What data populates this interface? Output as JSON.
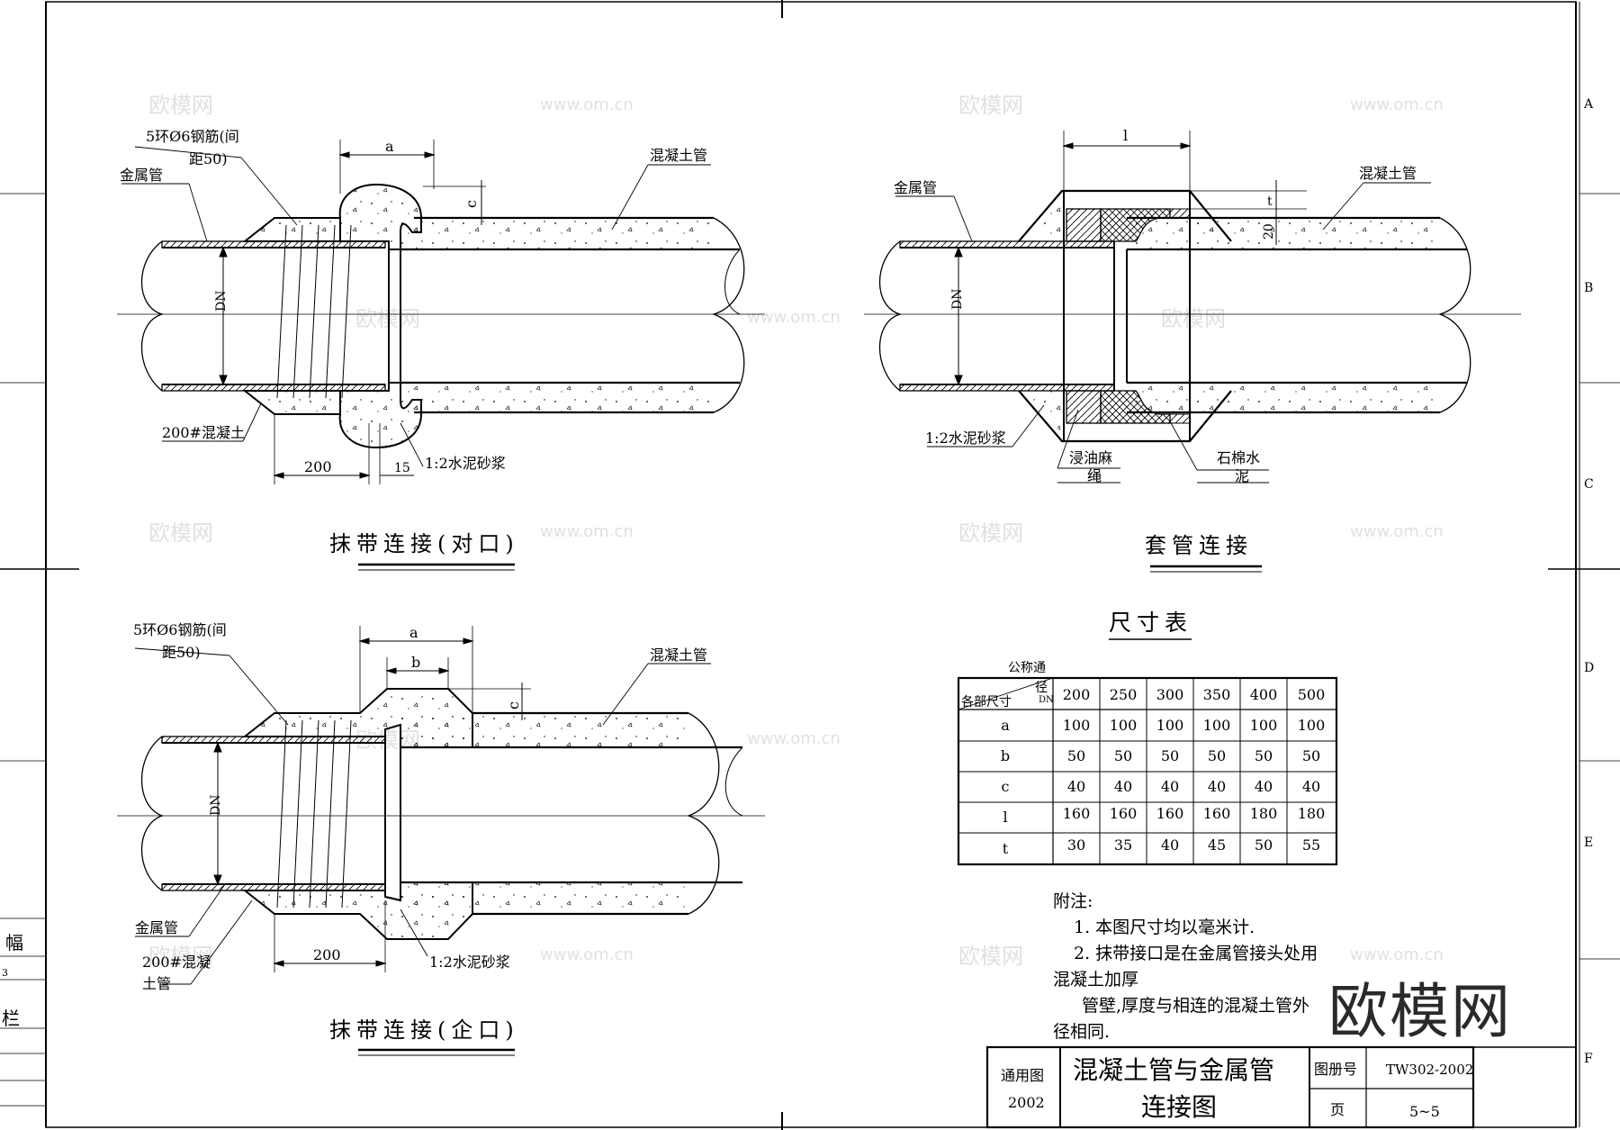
{
  "drawing": {
    "title_line1": "混凝土管与金属管",
    "title_line2": "连接图",
    "general_label": "通用图",
    "year": "2002",
    "atlas_label": "图册号",
    "atlas_no": "TW302-2002",
    "page_label": "页",
    "page_no": "5~5",
    "zone_letters": [
      "A",
      "B",
      "C",
      "D",
      "E",
      "F"
    ],
    "margin_left_chars": [
      "幅",
      "3",
      "栏"
    ]
  },
  "fig1": {
    "caption": "抹带连接(对口)",
    "rebar_label": "5环Ø6钢筋(间",
    "rebar_label2": "距50)",
    "metal_pipe": "金属管",
    "concrete_pipe": "混凝土管",
    "concrete_200": "200#混凝土",
    "mortar": "1:2水泥砂浆",
    "dim_a": "a",
    "dim_c": "c",
    "dim_200": "200",
    "dim_15": "15",
    "dn": "DN"
  },
  "fig2": {
    "caption": "套管连接",
    "metal_pipe": "金属管",
    "concrete_pipe": "混凝土管",
    "mortar": "1:2水泥砂浆",
    "hemp1": "浸油麻",
    "hemp2": "绳",
    "asbestos1": "石棉水",
    "asbestos2": "泥",
    "dim_l": "l",
    "dim_t": "t",
    "dim_20": "20",
    "dn": "DN"
  },
  "fig3": {
    "caption": "抹带连接(企口)",
    "rebar_label": "5环Ø6钢筋(间",
    "rebar_label2": "距50)",
    "metal_pipe": "金属管",
    "concrete_pipe": "混凝土管",
    "concrete_200_1": "200#混凝",
    "concrete_200_2": "土管",
    "mortar": "1:2水泥砂浆",
    "dim_a": "a",
    "dim_b": "b",
    "dim_c": "c",
    "dim_200": "200",
    "dn": "DN"
  },
  "table": {
    "title": "尺寸表",
    "corner_top1": "公称通",
    "corner_top2": "径",
    "corner_dn": "DN",
    "corner_bottom": "各部尺寸",
    "columns": [
      "200",
      "250",
      "300",
      "350",
      "400",
      "500"
    ],
    "rows": [
      {
        "name": "a",
        "values": [
          "100",
          "100",
          "100",
          "100",
          "100",
          "100"
        ]
      },
      {
        "name": "b",
        "values": [
          "50",
          "50",
          "50",
          "50",
          "50",
          "50"
        ]
      },
      {
        "name": "c",
        "values": [
          "40",
          "40",
          "40",
          "40",
          "40",
          "40"
        ]
      },
      {
        "name": "l",
        "values": [
          "160",
          "160",
          "160",
          "160",
          "180",
          "180"
        ]
      },
      {
        "name": "t",
        "values": [
          "30",
          "35",
          "40",
          "45",
          "50",
          "55"
        ]
      }
    ]
  },
  "notes": {
    "heading": "附注:",
    "line1": "1. 本图尺寸均以毫米计.",
    "line2": "2. 抹带接口是在金属管接头处用",
    "line3": "混凝土加厚",
    "line4": "管壁,厚度与相连的混凝土管外",
    "line5": "径相同."
  },
  "watermark": {
    "cn": "欧模网",
    "url": "www.om.cn",
    "logo": "欧模网"
  }
}
